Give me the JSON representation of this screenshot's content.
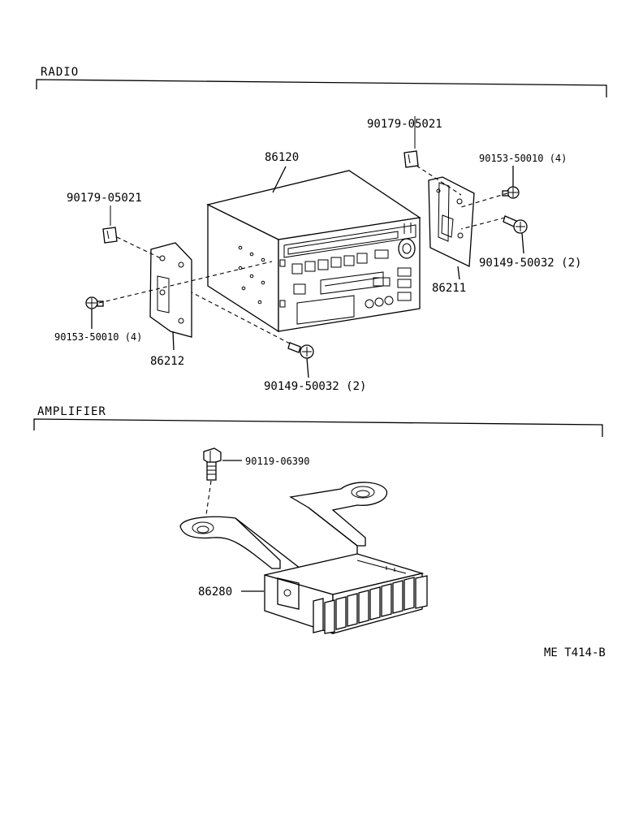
{
  "sections": {
    "radio": "RADIO",
    "amplifier": "AMPLIFIER"
  },
  "parts": {
    "head_unit": "86120",
    "nut_right": "90179-05021",
    "nut_left": "90179-05021",
    "screw_upper_right": "90153-50010 (4)",
    "screw_lower_left": "90153-50010 (4)",
    "bolt_right": "90149-50032 (2)",
    "bolt_bottom": "90149-50032 (2)",
    "bracket_right": "86211",
    "bracket_left": "86212",
    "amp_bolt": "90119-06390",
    "amplifier": "86280"
  },
  "footer": {
    "code": "ME T414-B"
  }
}
